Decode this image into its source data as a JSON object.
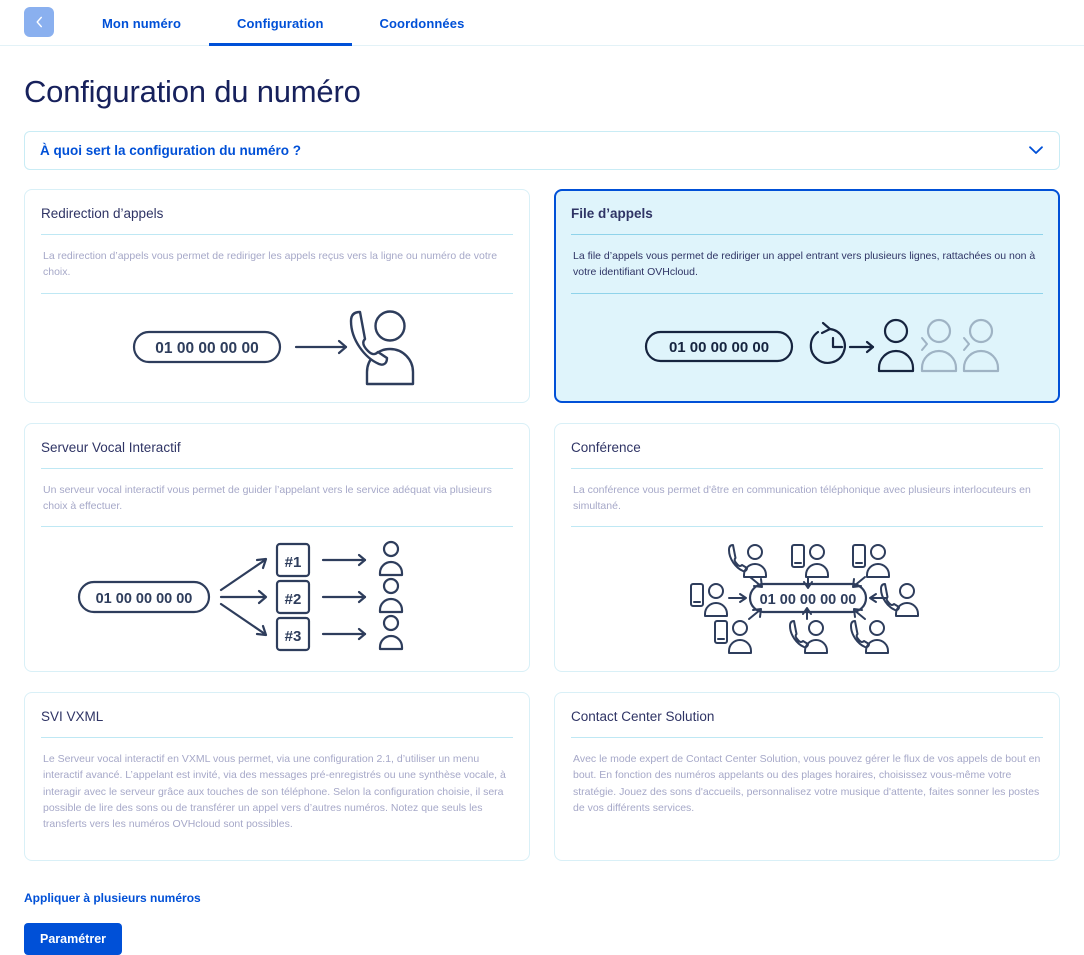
{
  "nav": {
    "back_icon": "chevron-left-icon",
    "tabs": [
      {
        "label": "Mon numéro",
        "active": false
      },
      {
        "label": "Configuration",
        "active": true
      },
      {
        "label": "Coordonnées",
        "active": false
      }
    ]
  },
  "page": {
    "title": "Configuration du numéro"
  },
  "accordion": {
    "title": "À quoi sert la configuration du numéro ?",
    "chevron_icon": "chevron-down-icon",
    "expanded": false
  },
  "cards": [
    {
      "title": "Redirection d’appels",
      "description": "La redirection d’appels vous permet de rediriger les appels reçus vers la ligne ou numéro de votre choix.",
      "selected": false,
      "art": "redirection",
      "number": "01 00 00 00 00"
    },
    {
      "title": "File d’appels",
      "description": "La file d’appels vous permet de rediriger un appel entrant vers plusieurs lignes, rattachées ou non à votre identifiant OVHcloud.",
      "selected": true,
      "art": "queue",
      "number": "01 00 00 00 00"
    },
    {
      "title": "Serveur Vocal Interactif",
      "description": "Un serveur vocal interactif vous permet de guider l’appelant vers le service adéquat via plusieurs choix à effectuer.",
      "selected": false,
      "art": "ivr",
      "number": "01 00 00 00 00",
      "menu_options": [
        "#1",
        "#2",
        "#3"
      ]
    },
    {
      "title": "Conférence",
      "description": "La conférence vous permet d'être en communication téléphonique avec plusieurs interlocuteurs en simultané.",
      "selected": false,
      "art": "conference",
      "number": "01 00 00 00 00"
    },
    {
      "title": "SVI VXML",
      "description": "Le Serveur vocal interactif en VXML vous permet, via une configuration 2.1, d’utiliser un menu interactif avancé. L’appelant est invité, via des messages pré-enregistrés ou une synthèse vocale, à interagir avec le serveur grâce aux touches de son téléphone. Selon la configuration choisie, il sera possible de lire des sons ou de transférer un appel vers d’autres numéros. Notez que seuls les transferts vers les numéros OVHcloud sont possibles.",
      "selected": false,
      "art": "none"
    },
    {
      "title": "Contact Center Solution",
      "description": "Avec le mode expert de Contact Center Solution, vous pouvez gérer le flux de vos appels de bout en bout. En fonction des numéros appelants ou des plages horaires, choisissez vous-même votre stratégie. Jouez des sons d'accueils, personnalisez votre musique d'attente, faites sonner les postes de vos différents services.",
      "selected": false,
      "art": "none"
    }
  ],
  "footer": {
    "multi_link": "Appliquer à plusieurs numéros",
    "primary_button": "Paramétrer"
  },
  "colors": {
    "brand_blue": "#0050d7",
    "title_navy": "#17215c",
    "card_title": "#2f3465",
    "muted_text": "#a6a8c8",
    "selected_bg": "#dff4fb",
    "divider": "#bfe8f4",
    "card_border": "#d9f0f7",
    "back_btn": "#8ab0ef",
    "art_stroke": "#2e3d5c",
    "art_faded": "#9fb3c4"
  }
}
